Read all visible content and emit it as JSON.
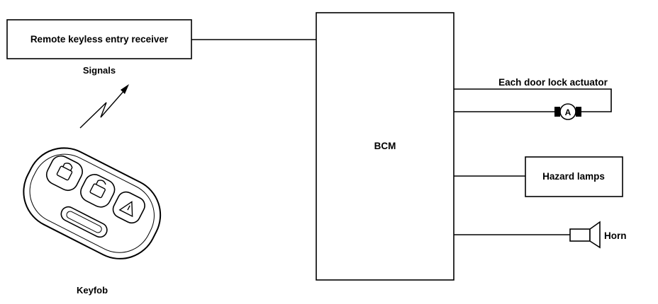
{
  "diagram": {
    "receiver_label": "Remote keyless entry receiver",
    "signals_label": "Signals",
    "keyfob_label": "Keyfob",
    "bcm_label": "BCM",
    "door_lock_label": "Each door lock actuator",
    "actuator_symbol_label": "A",
    "hazard_label": "Hazard lamps",
    "horn_label": "Horn"
  }
}
